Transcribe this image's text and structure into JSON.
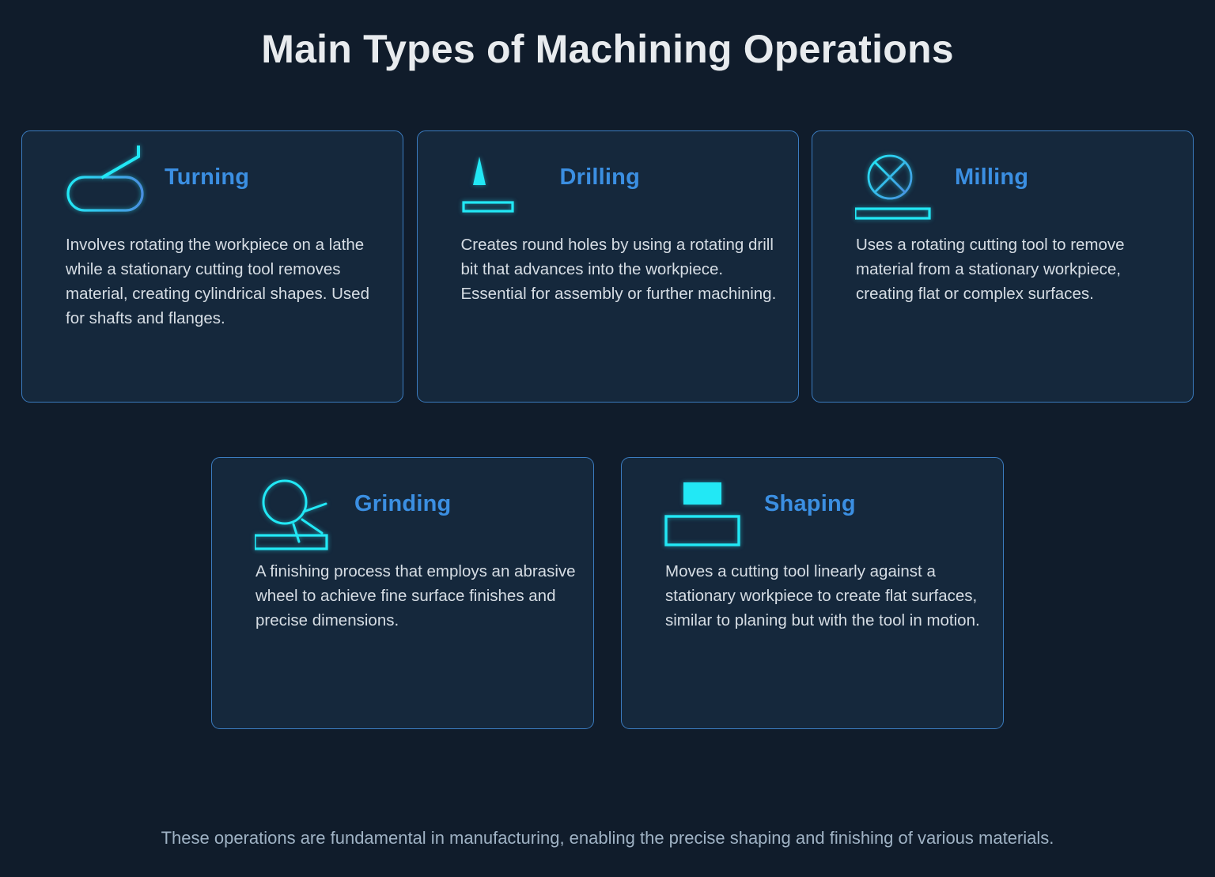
{
  "page": {
    "title": "Main Types of Machining Operations",
    "footer": "These operations are fundamental in manufacturing, enabling the precise shaping and finishing of various materials.",
    "background_color": "#101c2b",
    "card_background_color": "#15283c",
    "card_border_color": "#3b7cc0",
    "heading_color": "#3b8fe2",
    "icon_color_start": "#22e8f5",
    "icon_color_end": "#3b8fe2",
    "body_text_color": "#d6dde4",
    "footer_text_color": "#9fb2c4"
  },
  "cards": [
    {
      "id": "turning",
      "title": "Turning",
      "icon": "lathe-workpiece-icon",
      "description": "Involves rotating the workpiece on a lathe while a stationary cutting tool removes material, creating cylindrical shapes. Used for shafts and flanges."
    },
    {
      "id": "drilling",
      "title": "Drilling",
      "icon": "drill-bit-icon",
      "description": "Creates round holes by using a rotating drill bit that advances into the workpiece. Essential for assembly or further machining."
    },
    {
      "id": "milling",
      "title": "Milling",
      "icon": "milling-cutter-icon",
      "description": "Uses a rotating cutting tool to remove material from a stationary workpiece, creating flat or complex surfaces."
    },
    {
      "id": "grinding",
      "title": "Grinding",
      "icon": "grinding-wheel-icon",
      "description": "A finishing process that employs an abrasive wheel to achieve fine surface finishes and precise dimensions."
    },
    {
      "id": "shaping",
      "title": "Shaping",
      "icon": "shaping-tool-icon",
      "description": "Moves a cutting tool linearly against a stationary workpiece to create flat surfaces, similar to planing but with the tool in motion."
    }
  ]
}
